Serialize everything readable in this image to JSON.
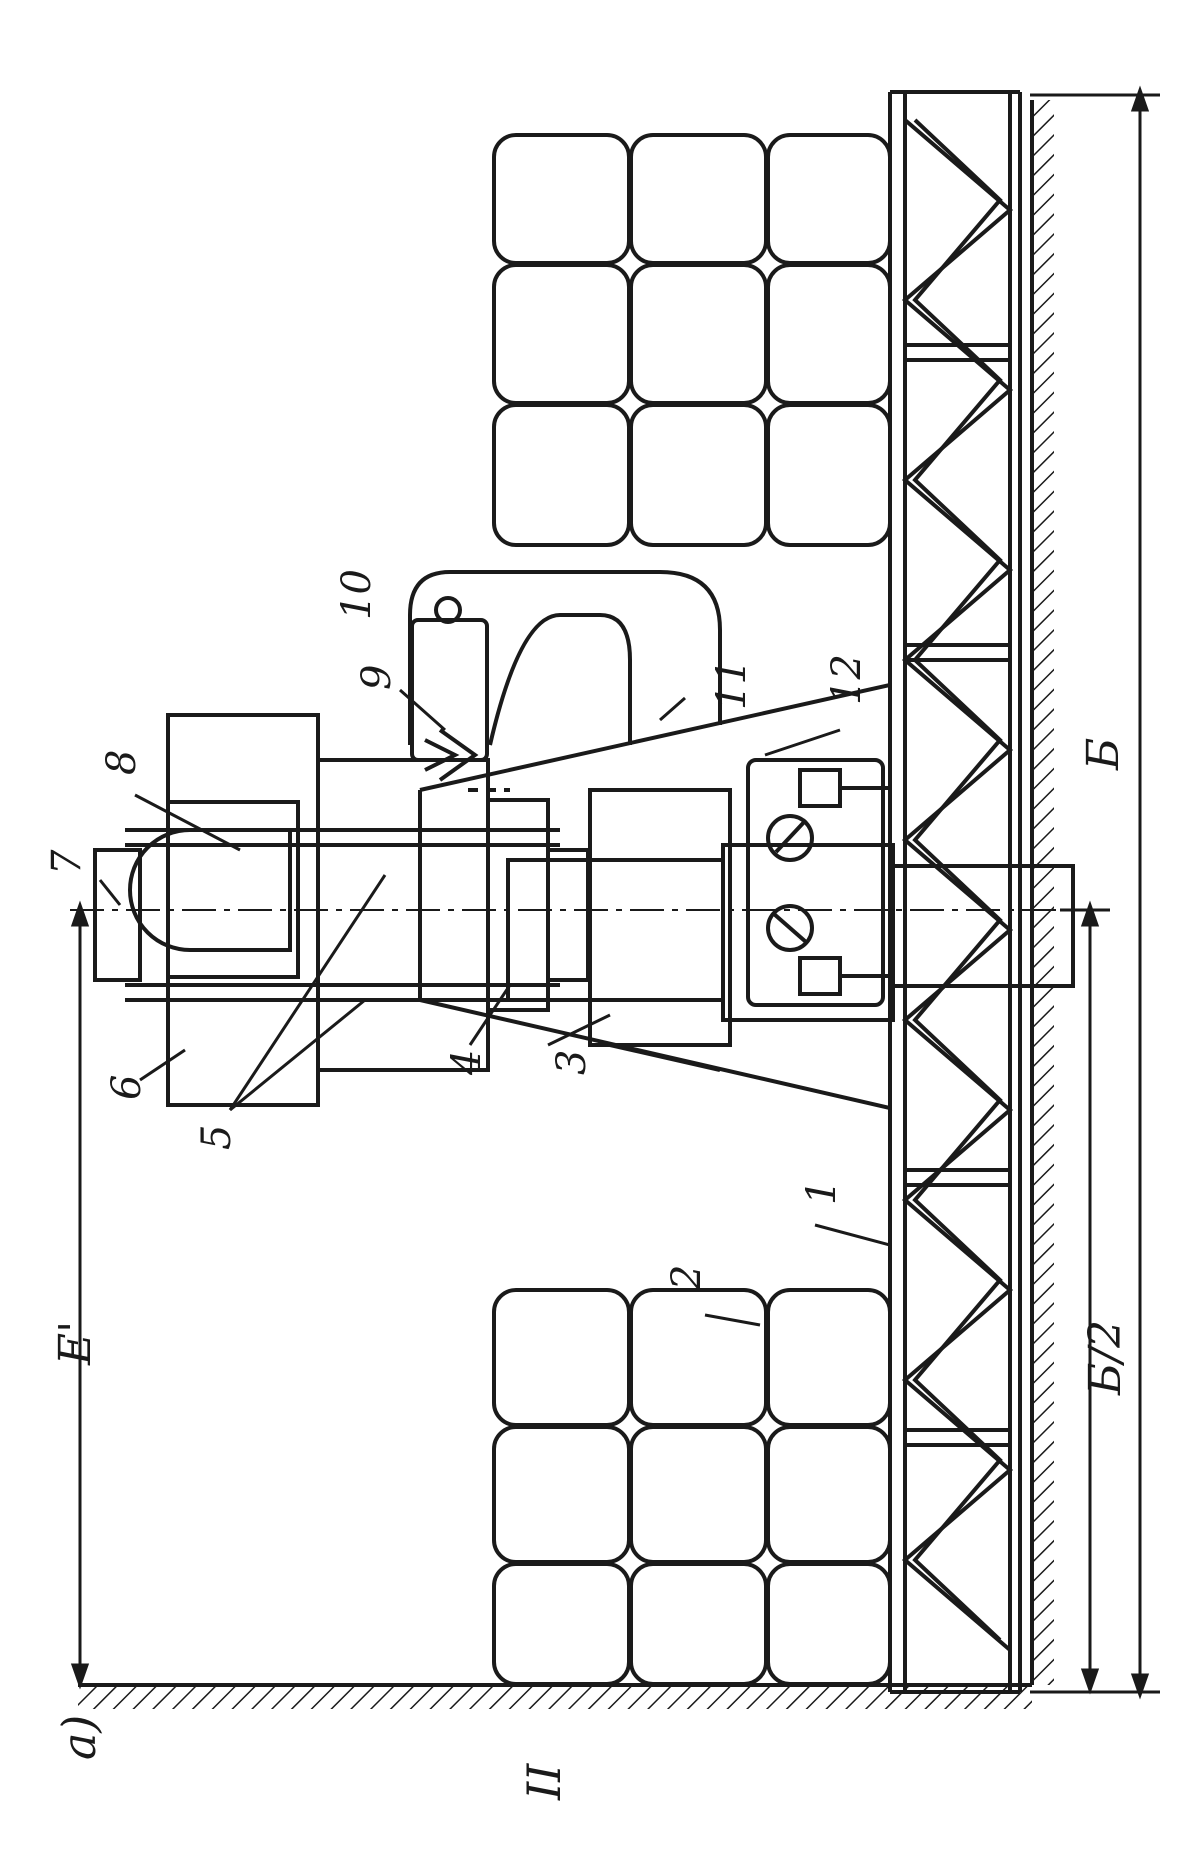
{
  "diagram": {
    "panel_letter": "a)",
    "section_mark": "II",
    "dimensions": {
      "overall_height": "E'",
      "full_span": "Б",
      "half_span": "Б/2"
    },
    "callouts": [
      "1",
      "2",
      "3",
      "4",
      "5",
      "6",
      "7",
      "8",
      "9",
      "10",
      "11",
      "12"
    ]
  },
  "colors": {
    "ink": "#1a1a1a",
    "paper": "#ffffff"
  }
}
